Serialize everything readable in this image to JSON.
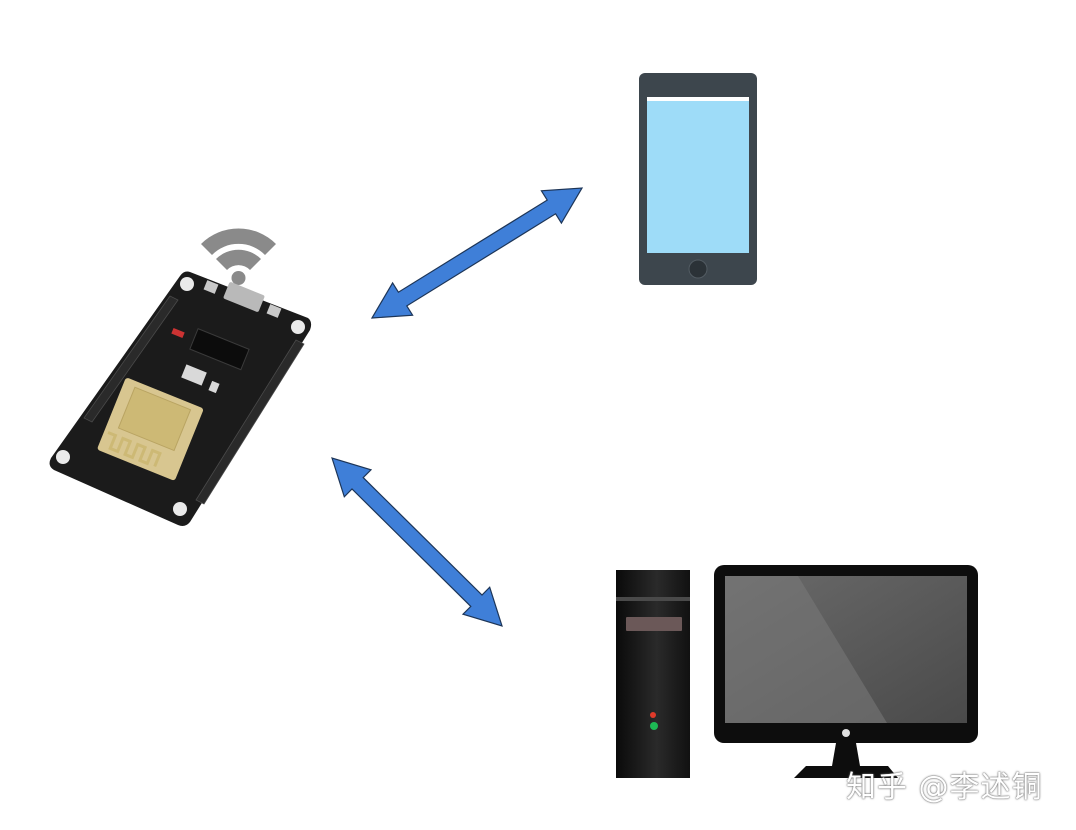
{
  "watermark": "知乎 @李述铜",
  "nodes": [
    {
      "id": "nodemcu",
      "icon": "nodemcu-board-icon"
    },
    {
      "id": "phone",
      "icon": "smartphone-icon"
    },
    {
      "id": "pc",
      "icon": "desktop-computer-icon"
    }
  ],
  "links": [
    {
      "from": "nodemcu",
      "to": "phone",
      "type": "bidirectional"
    },
    {
      "from": "nodemcu",
      "to": "pc",
      "type": "bidirectional"
    }
  ],
  "colors": {
    "arrow_fill": "#3f7fd8",
    "arrow_stroke": "#1d3557",
    "wifi": "#8a8a8a",
    "board": "#1b1b1b",
    "module": "#d8c690",
    "phone_body": "#3d464d",
    "phone_screen": "#9edcf8",
    "monitor_bezel": "#0d0d0d",
    "monitor_screen": "#5a5a5a",
    "led_red": "#e03a2a",
    "led_green": "#1db954"
  }
}
